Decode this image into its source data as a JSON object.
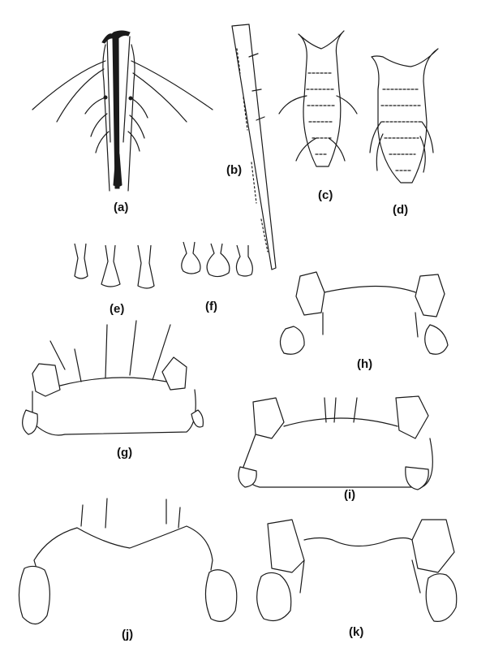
{
  "figure": {
    "panels": [
      {
        "id": "a",
        "label": "(a)"
      },
      {
        "id": "b",
        "label": "(b)"
      },
      {
        "id": "c",
        "label": "(c)"
      },
      {
        "id": "d",
        "label": "(d)"
      },
      {
        "id": "e",
        "label": "(e)"
      },
      {
        "id": "f",
        "label": "(f)"
      },
      {
        "id": "g",
        "label": "(g)"
      },
      {
        "id": "h",
        "label": "(h)"
      },
      {
        "id": "i",
        "label": "(i)"
      },
      {
        "id": "j",
        "label": "(j)"
      },
      {
        "id": "k",
        "label": "(k)"
      }
    ],
    "ink_color": "#1a1a1a",
    "background_color": "#ffffff"
  }
}
